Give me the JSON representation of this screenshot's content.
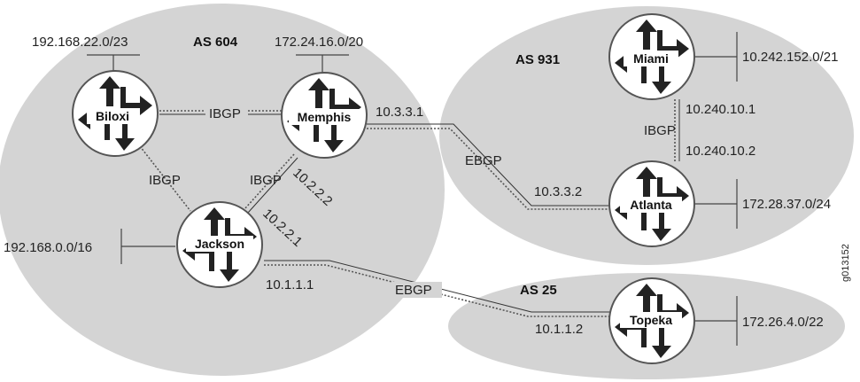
{
  "diagram": {
    "as_labels": [
      "AS 604",
      "AS 931",
      "AS 25"
    ],
    "routers": {
      "biloxi": "Biloxi",
      "memphis": "Memphis",
      "jackson": "Jackson",
      "miami": "Miami",
      "atlanta": "Atlanta",
      "topeka": "Topeka"
    },
    "prefixes": {
      "biloxi": "192.168.22.0/23",
      "memphis": "172.24.16.0/20",
      "jackson": "192.168.0.0/16",
      "miami": "10.242.152.0/21",
      "atlanta": "172.28.37.0/24",
      "topeka": "172.26.4.0/22"
    },
    "sessions": {
      "biloxi_memphis": "IBGP",
      "biloxi_jackson": "IBGP",
      "memphis_jackson": "IBGP",
      "miami_atlanta": "IBGP",
      "memphis_atlanta": "EBGP",
      "jackson_topeka": "EBGP"
    },
    "addresses": {
      "memphis_ebgp": "10.3.3.1",
      "atlanta_ebgp": "10.3.3.2",
      "memphis_ibgp": "10.2.2.2",
      "jackson_ibgp": "10.2.2.1",
      "jackson_ebgp": "10.1.1.1",
      "topeka_ebgp": "10.1.1.2",
      "miami_ibgp": "10.240.10.1",
      "atlanta_ibgp": "10.240.10.2"
    },
    "figure_id": "g013152"
  }
}
